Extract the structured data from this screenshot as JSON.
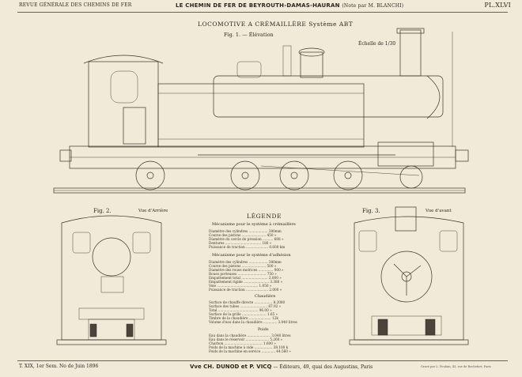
{
  "header": {
    "left": "REVUE GÉNÉRALE DES CHEMINS DE FER",
    "title": "LE CHEMIN DE FER DE BEYROUTH-DAMAS-HAURAN",
    "author": "(Note par M. BLANCHI)",
    "plate": "PL.XLVI"
  },
  "drawing": {
    "subtitle": "LOCOMOTIVE A CRÉMAILLÈRE Système ABT",
    "fig1": "Fig. 1. — Élévation",
    "scale": "Échelle de 1/30",
    "fig2": "Fig. 2.",
    "fig2_view": "Vue d'Arrière",
    "fig3": "Fig. 3.",
    "fig3_view": "Vue d'avant"
  },
  "legend": {
    "title": "LÉGENDE",
    "section1": "Mécanisme pour le système à crémaillère",
    "section2": "Mécanisme pour le système d'adhésion",
    "section3": "Chaudière",
    "section4": "Poids",
    "rows1": [
      "Diamètre des cylindres .................. 380mm",
      "Course des pistons ....................... 450 »",
      "Diamètre du cercle de pression .......... 688 »",
      "Dentures .................................. 180 »",
      "Puissance de traction ..................... 0.600 km"
    ],
    "rows2": [
      "Diamètre des cylindres .................. 380mm",
      "Course des pistons ....................... 500 »",
      "Diamètre des roues motrices .............. 900 »",
      "Roues porteuses ........................... 750 »",
      "Empattement total ......................... 2.000 »",
      "Empattement rigide ........................ 3.380 »",
      "Voie ....................................... 1.050 »",
      "Puissance de traction ..................... 2.000 »"
    ],
    "rows3": [
      "Surface de chauffe directe ................. 8.2080",
      "Surface des tubes .......................... 87.92 »",
      "Total ...................................... 96.00 »",
      "Surface de la grille ....................... 1.65 »",
      "Timbre de la chaudière ..................... 12k",
      "Volume d'eau dans la chaudière ............. 3.040 litres"
    ],
    "rows4": [
      "Eau dans la chaudière ...................... 3.040 litres",
      "Eau dans le réservoir ...................... 5.260 »",
      "Charbon .................................... 1.600 »",
      "Poids de la machine à vide ................. 38.100 k",
      "Poids de la machine en service ............. 44.560 »"
    ]
  },
  "footer": {
    "left": "T. XIX, 1er Sem. No de Juin 1896",
    "publisher": "Vve CH. DUNOD et P. VICQ",
    "address": "— Éditeurs, 49, quai des Augustins, Paris",
    "engraver": "Gravé par L. Poulain, 45, rue de Rochefort, Paris"
  }
}
